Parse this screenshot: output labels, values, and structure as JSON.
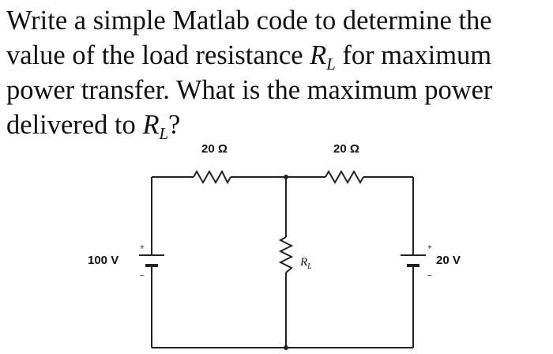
{
  "question": {
    "line1": "Write a simple Matlab code to determine the",
    "line2_pre": "value of the load resistance ",
    "line2_var": "R",
    "line2_sub": "L",
    "line2_post": " for maximum",
    "line3": "power transfer. What is the maximum power",
    "line4_pre": "delivered to ",
    "line4_var": "R",
    "line4_sub": "L",
    "line4_post": "?"
  },
  "circuit": {
    "r1_label": "20 Ω",
    "r2_label": "20 Ω",
    "rl_label_var": "R",
    "rl_label_sub": "L",
    "v1_label": "100 V",
    "v2_label": "20 V",
    "v1_plus": "+",
    "v1_minus": "−",
    "v2_plus": "+",
    "v2_minus": "−"
  }
}
